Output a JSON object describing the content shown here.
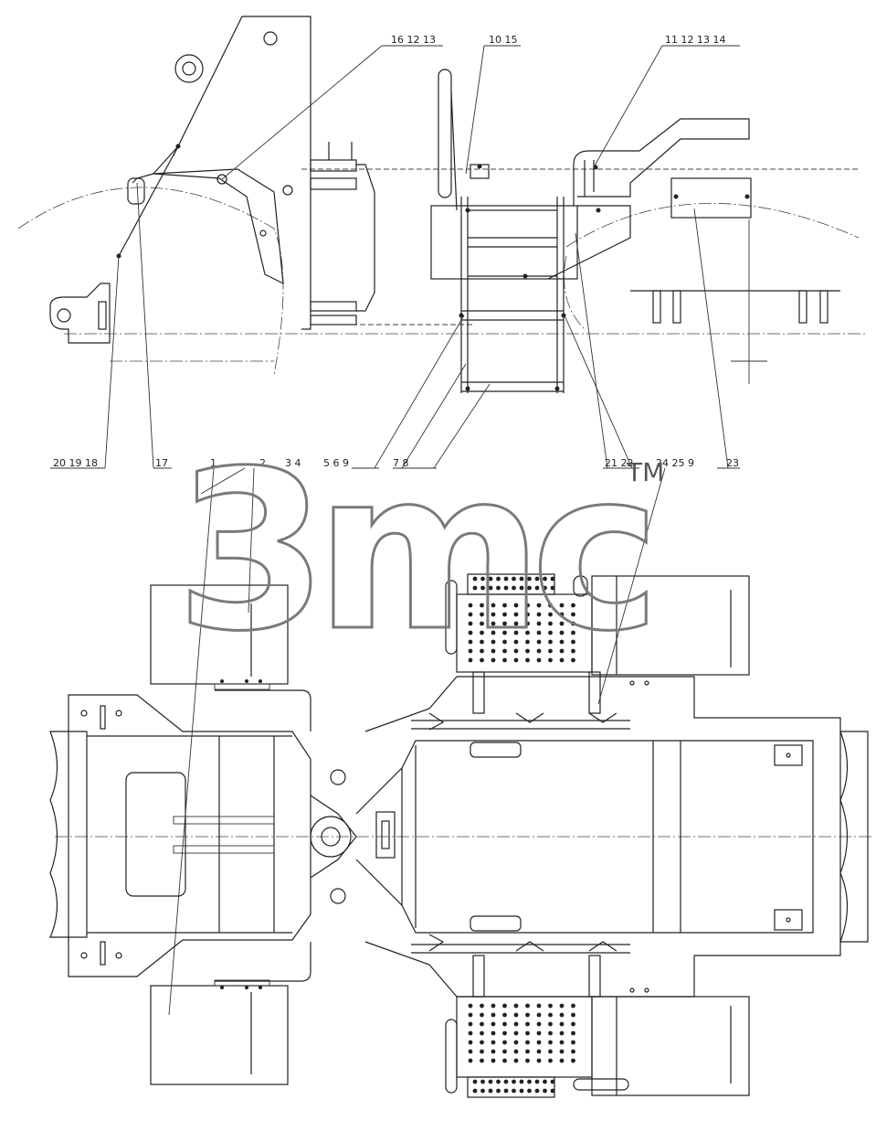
{
  "watermark": {
    "text": "3mc",
    "trademark": "TM"
  },
  "callouts": {
    "top_left": {
      "text": "16 12 13"
    },
    "top_mid": {
      "text": "10 15"
    },
    "top_right": {
      "text": "11 12 13 14"
    },
    "bottom": [
      {
        "id": "c-20-19-18",
        "text": "20 19 18"
      },
      {
        "id": "c-17",
        "text": "17"
      },
      {
        "id": "c-1",
        "text": "1"
      },
      {
        "id": "c-2",
        "text": "2"
      },
      {
        "id": "c-3-4",
        "text": "3 4"
      },
      {
        "id": "c-5-6-9",
        "text": "5 6 9"
      },
      {
        "id": "c-7-8",
        "text": "7 8"
      },
      {
        "id": "c-21-22",
        "text": "21 22"
      },
      {
        "id": "c-24-25-9",
        "text": "24 25 9"
      },
      {
        "id": "c-23",
        "text": "23"
      }
    ]
  },
  "colors": {
    "line": "#222222",
    "watermark": "#7a7a7a"
  }
}
